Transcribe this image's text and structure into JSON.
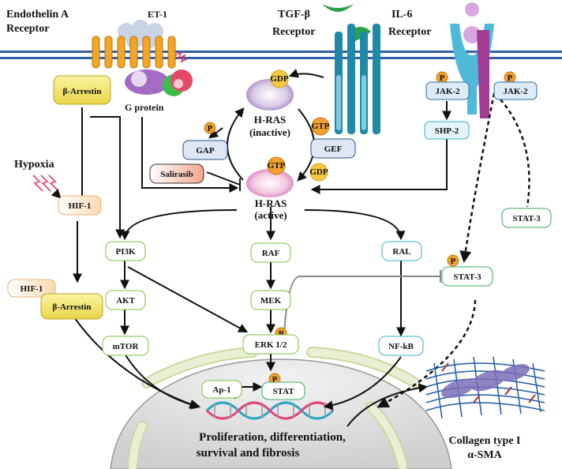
{
  "receptors": {
    "endothelin_line1": "Endothelin A",
    "endothelin_line2": "Receptor",
    "et1": "ET-1",
    "tgf_line1": "TGF-β",
    "tgf_line2": "Receptor",
    "il6_line1": "IL-6",
    "il6_line2": "Receptor"
  },
  "labels": {
    "g_protein": "G protein",
    "hypoxia": "Hypoxia",
    "hras_inactive_1": "H-RAS",
    "hras_inactive_2": "(inactive)",
    "hras_active_1": "H-RAS",
    "hras_active_2": "(active)",
    "nucleus_line1": "Proliferation, differentiation,",
    "nucleus_line2": "survival and fibrosis",
    "collagen_line1": "Collagen type I",
    "collagen_line2": "α-SMA"
  },
  "badges": {
    "gdp": "GDP",
    "gtp": "GTP",
    "p": "P"
  },
  "nodes": {
    "b_arrestin": "β-Arrestin",
    "jak2": "JAK-2",
    "shp2": "SHP-2",
    "gap": "GAP",
    "gef": "GEF",
    "salirasib": "Salirasib",
    "hif1": "HIF-1",
    "stat3": "STAT-3",
    "pi3k": "PI3K",
    "raf": "RAF",
    "ral": "RAL",
    "akt": "AKT",
    "mek": "MEK",
    "mtor": "mTOR",
    "erk": "ERK 1/2",
    "nfkb": "NF-kB",
    "ap1": "Ap-1",
    "stat": "STAT"
  },
  "colors": {
    "membrane": "#2f5fa8",
    "green_node_border": "#7ec241",
    "cyan_node_border": "#39b3c9",
    "yellow_fill": "#f2e25a",
    "gdp_badge": "#f5c842",
    "p_badge": "#f0a030"
  }
}
